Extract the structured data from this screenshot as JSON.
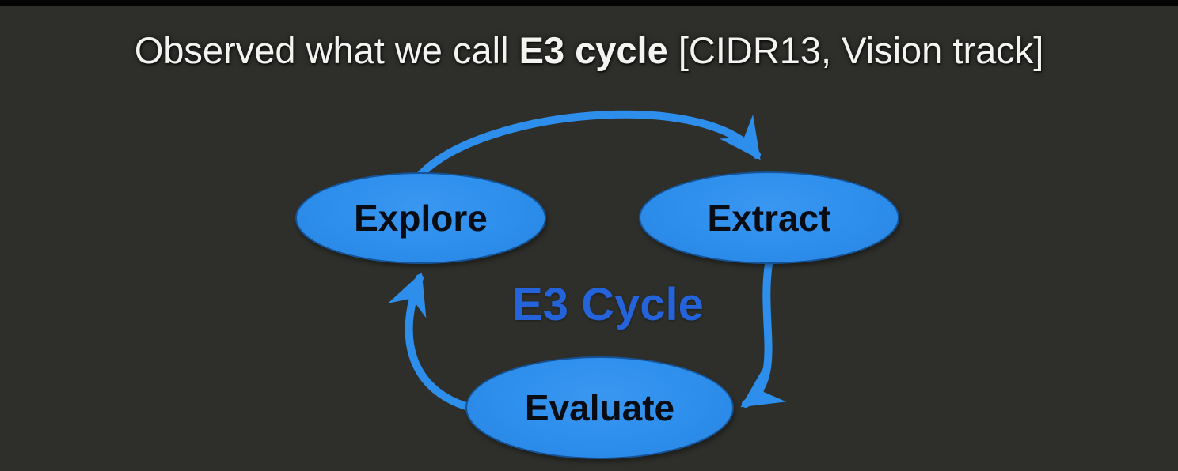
{
  "title": {
    "prefix": "Observed what we call ",
    "emphasis": "E3 cycle",
    "suffix": " [CIDR13, Vision track]"
  },
  "diagram": {
    "cycle_label": "E3 Cycle",
    "nodes": [
      {
        "id": "explore",
        "label": "Explore"
      },
      {
        "id": "extract",
        "label": "Extract"
      },
      {
        "id": "evaluate",
        "label": "Evaluate"
      }
    ],
    "edges": [
      {
        "from": "explore",
        "to": "extract"
      },
      {
        "from": "extract",
        "to": "evaluate"
      },
      {
        "from": "evaluate",
        "to": "explore"
      }
    ]
  },
  "colors": {
    "background": "#2e2f2b",
    "top_bar": "#050505",
    "title_text": "#f3f3f1",
    "node_fill": "#2d8eec",
    "node_border": "#155396",
    "node_text": "#090d13",
    "arrow": "#2d8eec",
    "cycle_label_text": "#2463d9"
  }
}
